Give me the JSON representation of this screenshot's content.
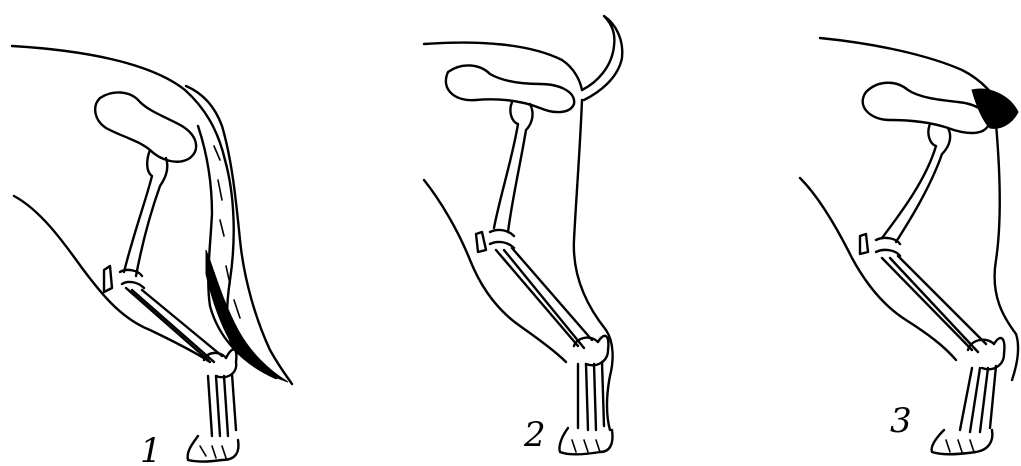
{
  "figure": {
    "panels": [
      {
        "label": "1"
      },
      {
        "label": "2"
      },
      {
        "label": "3"
      }
    ]
  }
}
